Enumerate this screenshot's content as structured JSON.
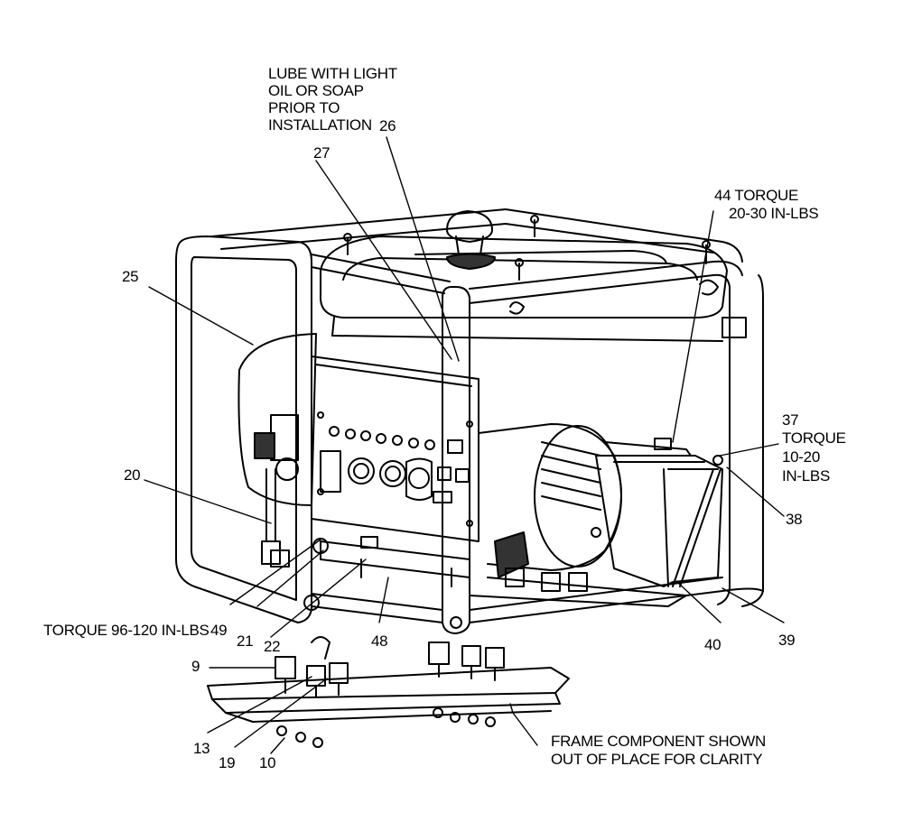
{
  "notes": {
    "lube_line1": "LUBE WITH LIGHT",
    "lube_line2": "OIL OR SOAP",
    "lube_line3": "PRIOR TO",
    "lube_line4": "INSTALLATION",
    "torque44_line1": "44 TORQUE",
    "torque44_line2": "20-30 IN-LBS",
    "torque37_line1": "TORQUE",
    "torque37_line2": "10-20",
    "torque37_line3": "IN-LBS",
    "torque49_prefix": "TORQUE 96-120 IN-LBS",
    "frame_line1": "FRAME COMPONENT SHOWN",
    "frame_line2": "OUT OF PLACE FOR CLARITY"
  },
  "callouts": {
    "p9": "9",
    "p10": "10",
    "p13": "13",
    "p19": "19",
    "p20": "20",
    "p21": "21",
    "p22": "22",
    "p25": "25",
    "p26": "26",
    "p27": "27",
    "p37": "37",
    "p38": "38",
    "p39": "39",
    "p40": "40",
    "p48": "48",
    "p49": "49"
  }
}
